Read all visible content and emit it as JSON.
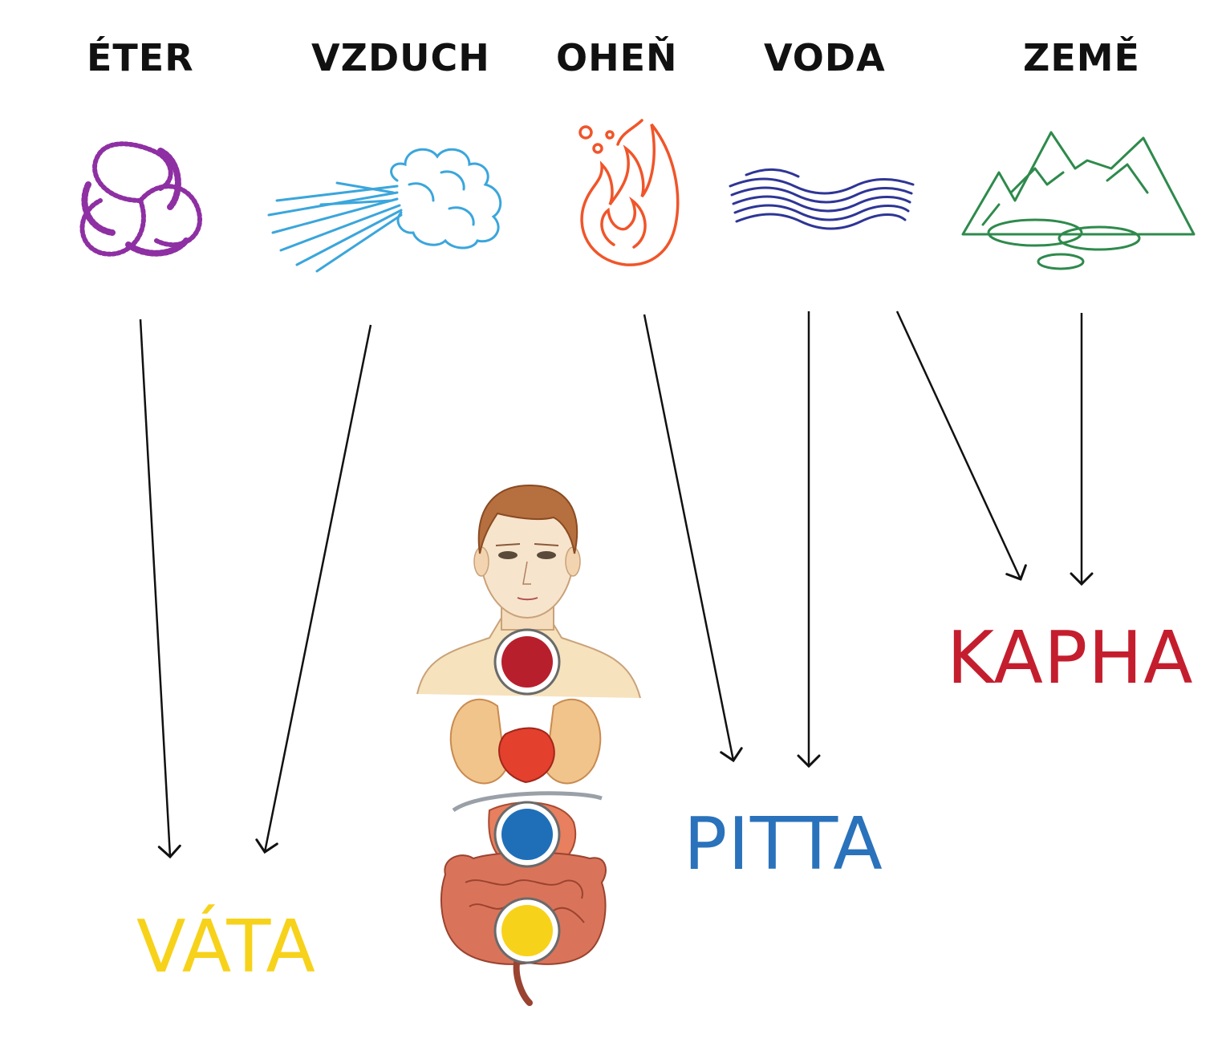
{
  "elements": [
    {
      "label": "ÉTER",
      "icon": "ether-spiral-icon",
      "color": "#8e2fa3"
    },
    {
      "label": "VZDUCH",
      "icon": "wind-cloud-icon",
      "color": "#3aa6dc"
    },
    {
      "label": "OHEŇ",
      "icon": "flame-icon",
      "color": "#f0552a"
    },
    {
      "label": "VODA",
      "icon": "water-waves-icon",
      "color": "#2e3596"
    },
    {
      "label": "ZEMĚ",
      "icon": "mountains-icon",
      "color": "#2e8a4c"
    }
  ],
  "doshas": {
    "vata": {
      "label": "VÁTA",
      "color": "#f7d21a"
    },
    "pitta": {
      "label": "PITTA",
      "color": "#2a72bb"
    },
    "kapha": {
      "label": "KAPHA",
      "color": "#c41e2e"
    }
  },
  "body_markers": {
    "chest": "#b81f2d",
    "stomach": "#1f6fb8",
    "abdomen": "#f7d21a"
  },
  "arrow_color": "#111111"
}
